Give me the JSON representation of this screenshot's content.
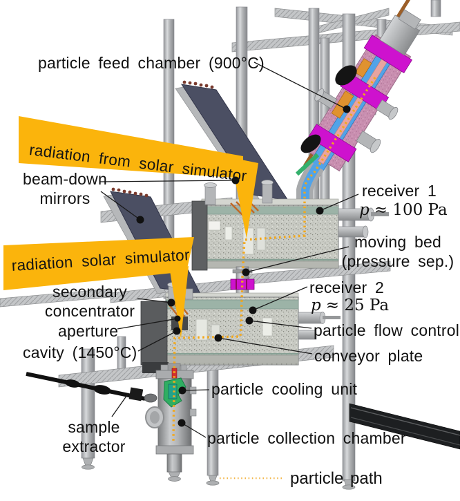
{
  "figure": {
    "banners": {
      "top": "radiation from solar simulator",
      "bottom": "radiation solar simulator"
    },
    "labels": {
      "particle_feed_chamber": "particle feed chamber (900°C)",
      "beam_down_mirrors": {
        "line1": "beam-down",
        "line2": "mirrors"
      },
      "receiver_1": {
        "name": "receiver 1",
        "pressure_symbol": "p",
        "pressure_value": "≈ 100 Pa"
      },
      "moving_bed": {
        "line1": "moving bed",
        "line2": "(pressure sep.)"
      },
      "receiver_2": {
        "name": "receiver 2",
        "pressure_symbol": "p",
        "pressure_value": "≈ 25 Pa"
      },
      "secondary_concentrator": {
        "line1": "secondary",
        "line2": "concentrator"
      },
      "aperture": "aperture",
      "cavity": "cavity (1450°C)",
      "particle_flow_control": "particle flow control",
      "conveyor_plate": "conveyor plate",
      "particle_cooling_unit": "particle cooling unit",
      "sample_extractor": {
        "line1": "sample",
        "line2": "extractor"
      },
      "particle_collection_chamber": "particle collection chamber"
    },
    "legend": {
      "particle_path": "particle path"
    },
    "colors": {
      "banner_orange": "#FBB40C",
      "particle_path_orange": "#F2A71B",
      "legend_path_orange": "#F3B94F",
      "mirror_slate": "#4B4F63",
      "feed_chamber_pink": "#C98FB0",
      "flange_magenta": "#CE12CE",
      "tube_blue": "#52A3E8",
      "cooling_green": "#2FAE62"
    }
  }
}
